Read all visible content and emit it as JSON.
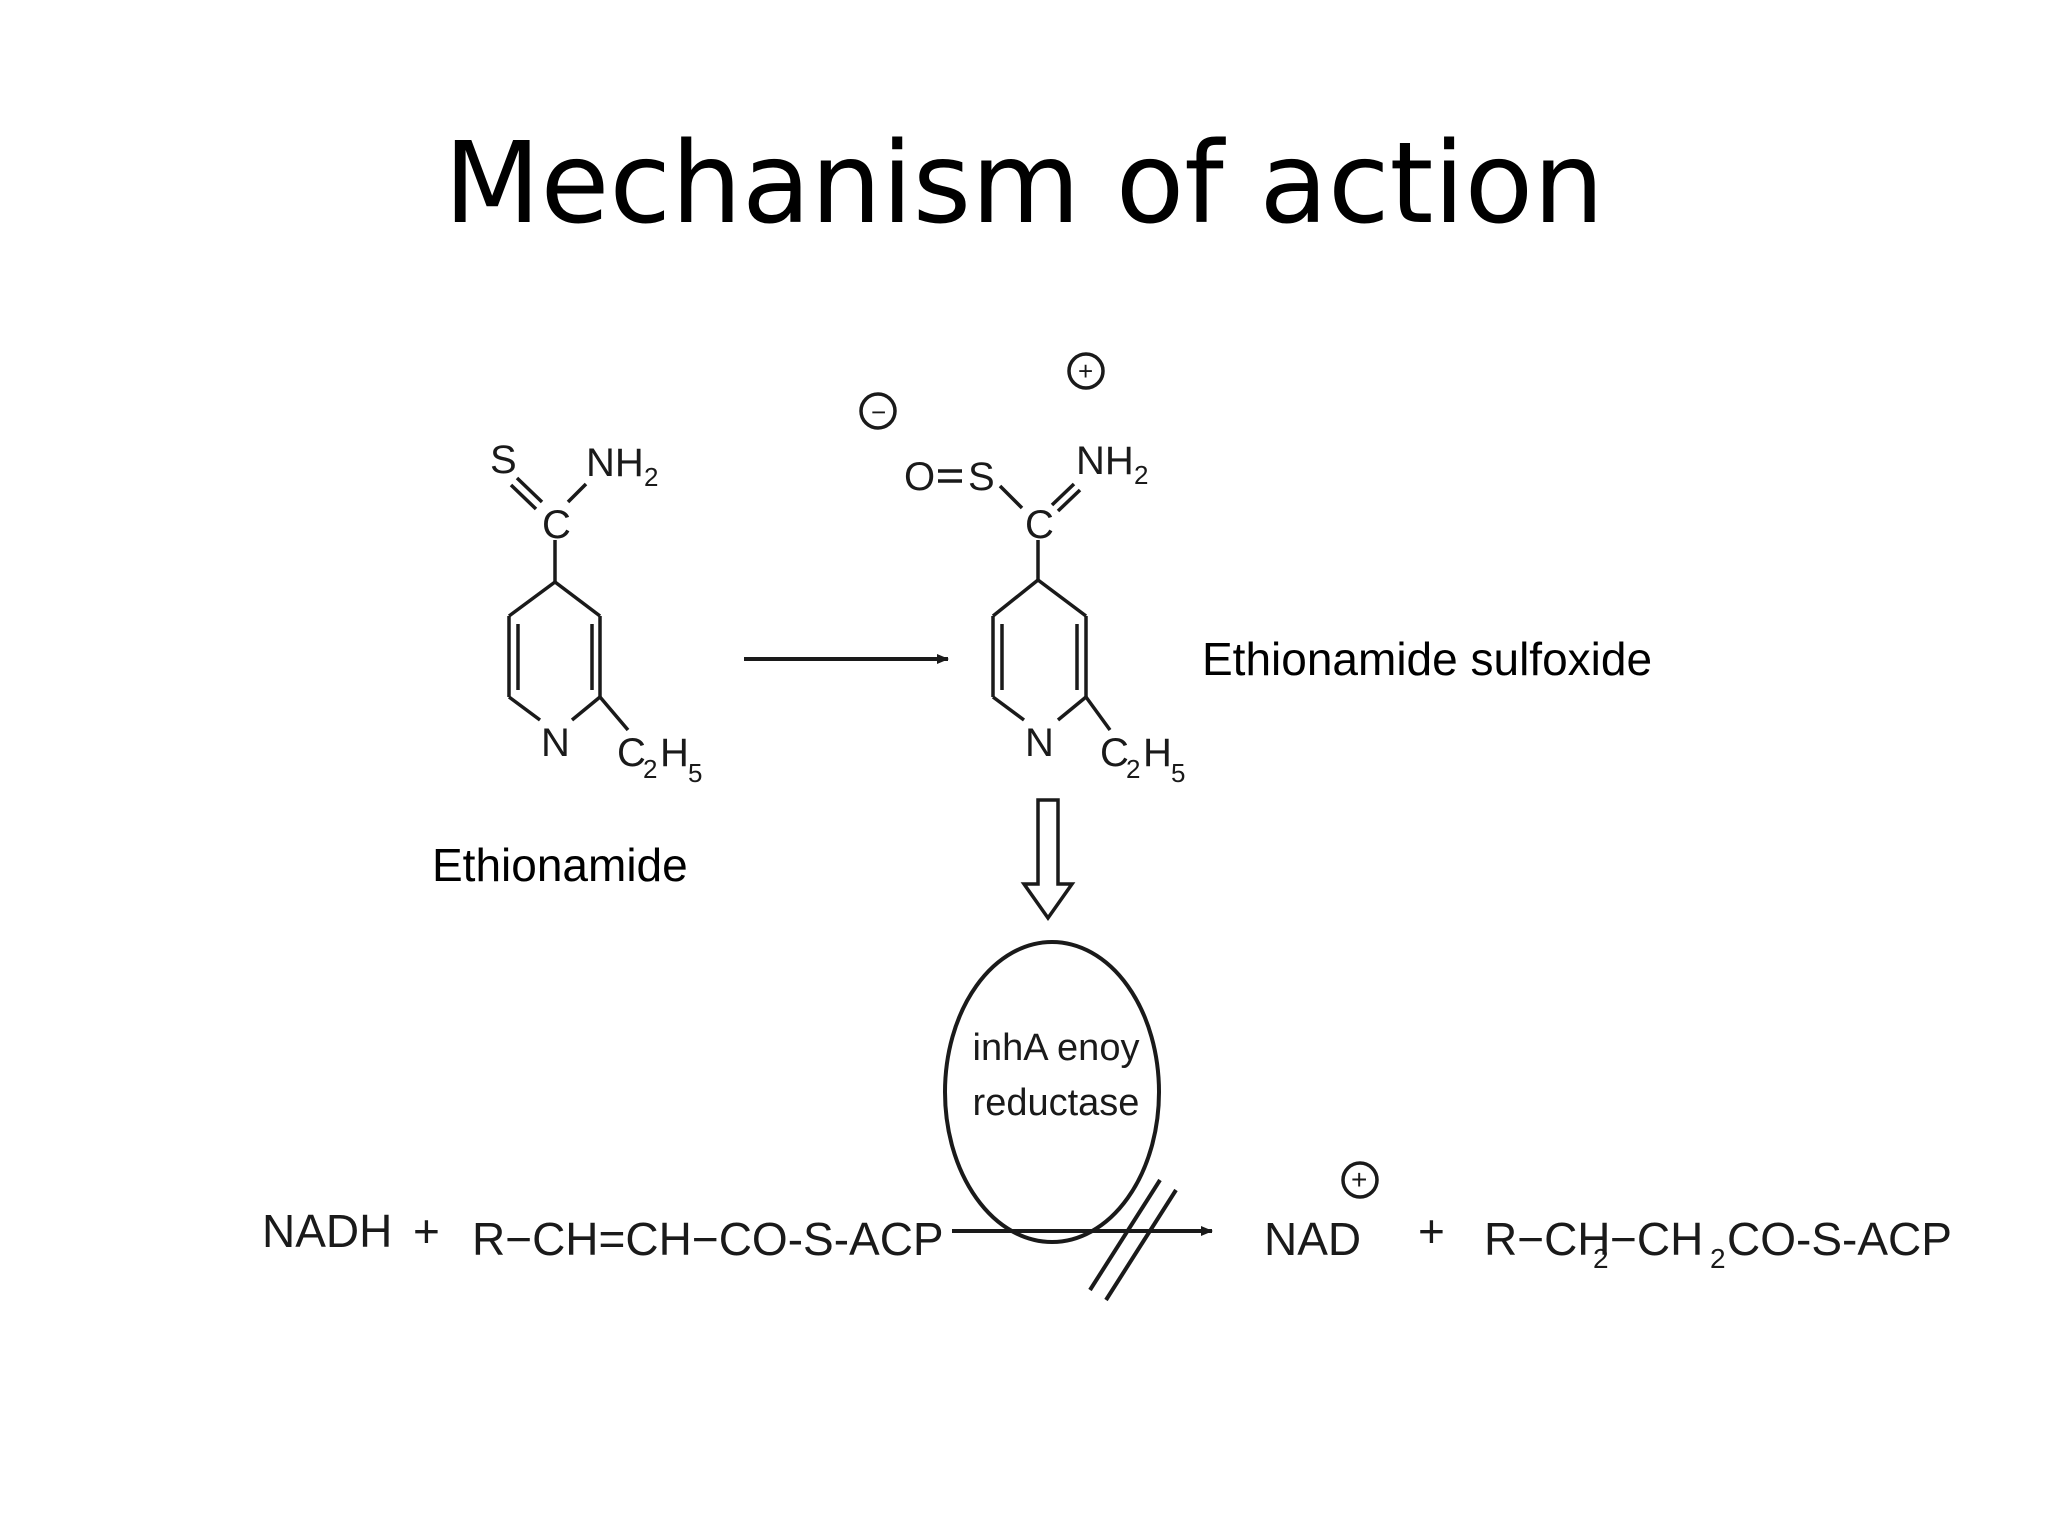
{
  "slide": {
    "title": "Mechanism of action",
    "captions": {
      "reactant": "Ethionamide",
      "product": "Ethionamide sulfoxide"
    }
  },
  "structures": {
    "ethionamide": {
      "s": "S",
      "nh2": "NH",
      "nh2_sub": "2",
      "c": "C",
      "n": "N",
      "ethyl_c": "C",
      "ethyl_c_sub": "2",
      "ethyl_h": "H",
      "ethyl_h_sub": "5"
    },
    "sulfoxide": {
      "minus": "−",
      "plus": "+",
      "o": "O",
      "s": "S",
      "c": "C",
      "nh2": "NH",
      "nh2_sub": "2",
      "n": "N",
      "ethyl_c": "C",
      "ethyl_c_sub": "2",
      "ethyl_h": "H",
      "ethyl_h_sub": "5"
    }
  },
  "enzyme": {
    "line1": "inhA enoy",
    "line2": "reductase"
  },
  "reaction": {
    "reactant1": "NADH",
    "plus1": "+",
    "reactant2": "R−CH=CH−CO-S-ACP",
    "product1": "NAD",
    "product1_charge": "+",
    "plus2": "+",
    "product2_prefix": "R−CH",
    "product2_sub": "2",
    "product2_suffix": "−CH",
    "product2_sub2": "2",
    "product2_tail": "CO-S-ACP"
  }
}
